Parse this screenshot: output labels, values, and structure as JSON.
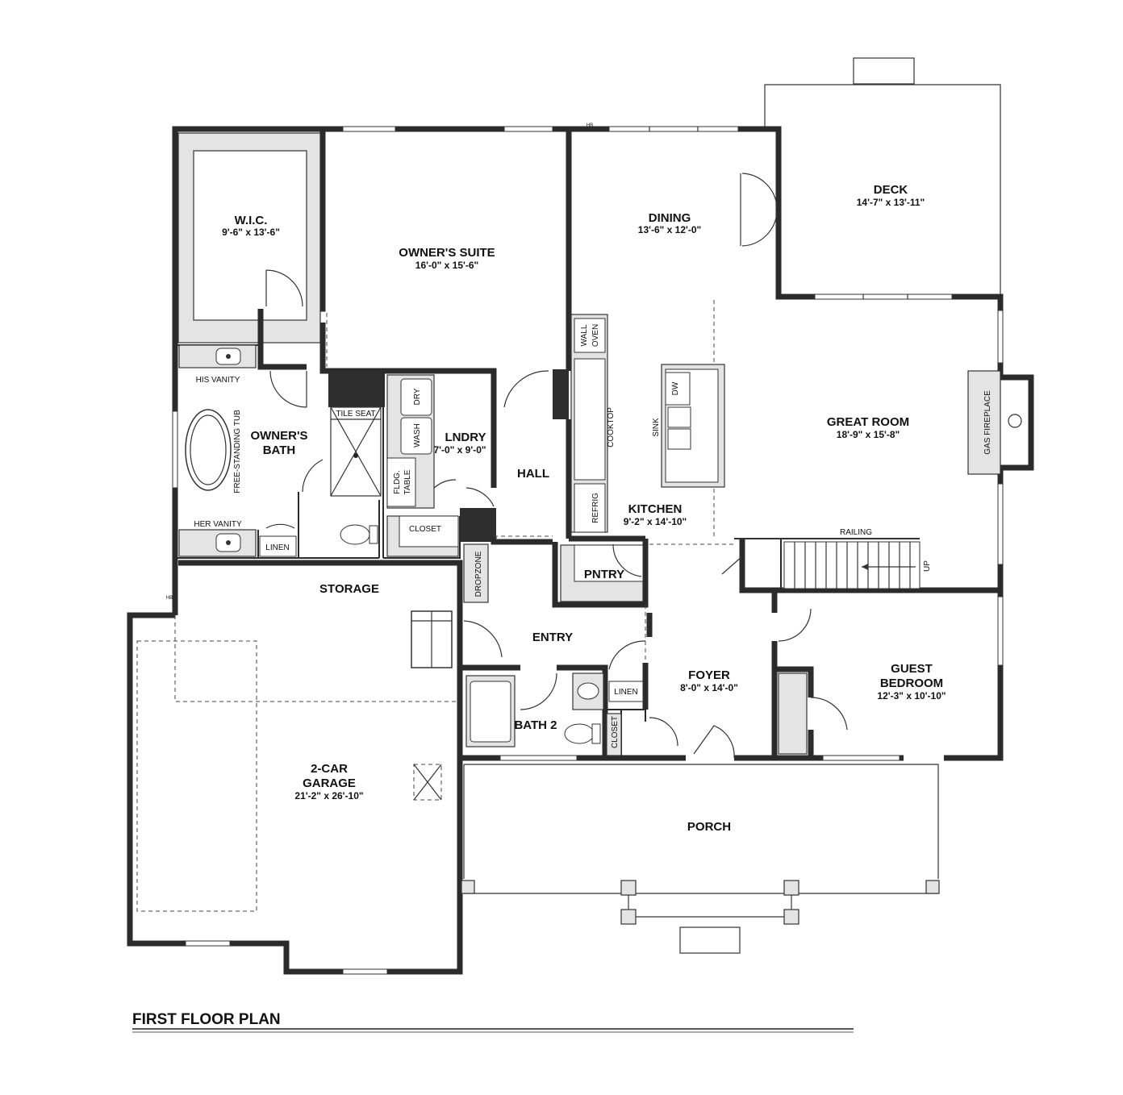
{
  "plan_title": "FIRST FLOOR PLAN",
  "rooms": {
    "deck": {
      "name": "DECK",
      "dim": "14'-7\" x 13'-11\""
    },
    "wic": {
      "name": "W.I.C.",
      "dim": "9'-6\" x 13'-6\""
    },
    "owners_suite": {
      "name": "OWNER'S SUITE",
      "dim": "16'-0\" x 15'-6\""
    },
    "dining": {
      "name": "DINING",
      "dim": "13'-6\" x 12'-0\""
    },
    "great_room": {
      "name": "GREAT ROOM",
      "dim": "18'-9\" x 15'-8\""
    },
    "owners_bath": {
      "name_line1": "OWNER'S",
      "name_line2": "BATH"
    },
    "lndry": {
      "name": "LNDRY",
      "dim": "7'-0\" x 9'-0\""
    },
    "hall": {
      "name": "HALL"
    },
    "kitchen": {
      "name": "KITCHEN",
      "dim": "9'-2\" x 14'-10\""
    },
    "pntry": {
      "name": "PNTRY"
    },
    "storage": {
      "name": "STORAGE"
    },
    "entry": {
      "name": "ENTRY"
    },
    "foyer": {
      "name": "FOYER",
      "dim": "8'-0\" x 14'-0\""
    },
    "guest_bedroom": {
      "name_line1": "GUEST",
      "name_line2": "BEDROOM",
      "dim": "12'-3\" x 10'-10\""
    },
    "bath2": {
      "name": "BATH 2"
    },
    "garage": {
      "name_line1": "2-CAR",
      "name_line2": "GARAGE",
      "dim": "21'-2\" x 26'-10\""
    },
    "porch": {
      "name": "PORCH"
    }
  },
  "fixtures": {
    "his_vanity": "HIS VANITY",
    "her_vanity": "HER VANITY",
    "tub": "FREE-STANDING TUB",
    "tile_seat": "TILE SEAT",
    "dry": "DRY",
    "wash": "WASH",
    "fldg": "FLDG.",
    "table": "TABLE",
    "closet_lndry": "CLOSET",
    "linen_bath": "LINEN",
    "wall": "WALL",
    "oven": "OVEN",
    "cooktop": "COOKTOP",
    "sink": "SINK",
    "dw": "DW",
    "refrig": "REFRIG",
    "gas_fireplace": "GAS FIREPLACE",
    "railing": "RAILING",
    "up": "UP",
    "dropzone": "DROPZONE",
    "linen_entry": "LINEN",
    "closet_foyer": "CLOSET",
    "hb_top": "HB",
    "hb_left": "HB"
  }
}
